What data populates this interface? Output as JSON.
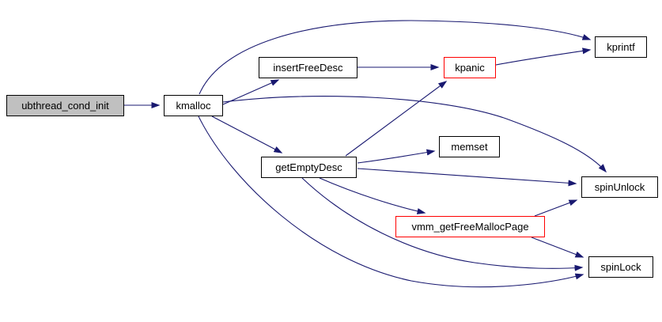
{
  "diagram": {
    "kind": "call-graph",
    "background_color": "#ffffff",
    "edge_color": "#191970",
    "node_border_color": "#000000",
    "alert_node_border_color": "#ff0000",
    "root_node_fill_color": "#c0c0c0"
  },
  "nodes": [
    {
      "id": "ubthread_cond_init",
      "label": "ubthread_cond_init",
      "variant": "root"
    },
    {
      "id": "kmalloc",
      "label": "kmalloc",
      "variant": "normal"
    },
    {
      "id": "insertFreeDesc",
      "label": "insertFreeDesc",
      "variant": "normal"
    },
    {
      "id": "kpanic",
      "label": "kpanic",
      "variant": "alert"
    },
    {
      "id": "kprintf",
      "label": "kprintf",
      "variant": "normal"
    },
    {
      "id": "getEmptyDesc",
      "label": "getEmptyDesc",
      "variant": "normal"
    },
    {
      "id": "memset",
      "label": "memset",
      "variant": "normal"
    },
    {
      "id": "spinUnlock",
      "label": "spinUnlock",
      "variant": "normal"
    },
    {
      "id": "vmm_getFreeMallocPage",
      "label": "vmm_getFreeMallocPage",
      "variant": "alert"
    },
    {
      "id": "spinLock",
      "label": "spinLock",
      "variant": "normal"
    }
  ],
  "edges": [
    {
      "from": "ubthread_cond_init",
      "to": "kmalloc"
    },
    {
      "from": "kmalloc",
      "to": "insertFreeDesc"
    },
    {
      "from": "kmalloc",
      "to": "kprintf"
    },
    {
      "from": "kmalloc",
      "to": "getEmptyDesc"
    },
    {
      "from": "kmalloc",
      "to": "spinUnlock"
    },
    {
      "from": "kmalloc",
      "to": "spinLock"
    },
    {
      "from": "insertFreeDesc",
      "to": "kpanic"
    },
    {
      "from": "kpanic",
      "to": "kprintf"
    },
    {
      "from": "getEmptyDesc",
      "to": "kpanic"
    },
    {
      "from": "getEmptyDesc",
      "to": "memset"
    },
    {
      "from": "getEmptyDesc",
      "to": "spinUnlock"
    },
    {
      "from": "getEmptyDesc",
      "to": "vmm_getFreeMallocPage"
    },
    {
      "from": "getEmptyDesc",
      "to": "spinLock"
    },
    {
      "from": "vmm_getFreeMallocPage",
      "to": "spinUnlock"
    },
    {
      "from": "vmm_getFreeMallocPage",
      "to": "spinLock"
    }
  ]
}
